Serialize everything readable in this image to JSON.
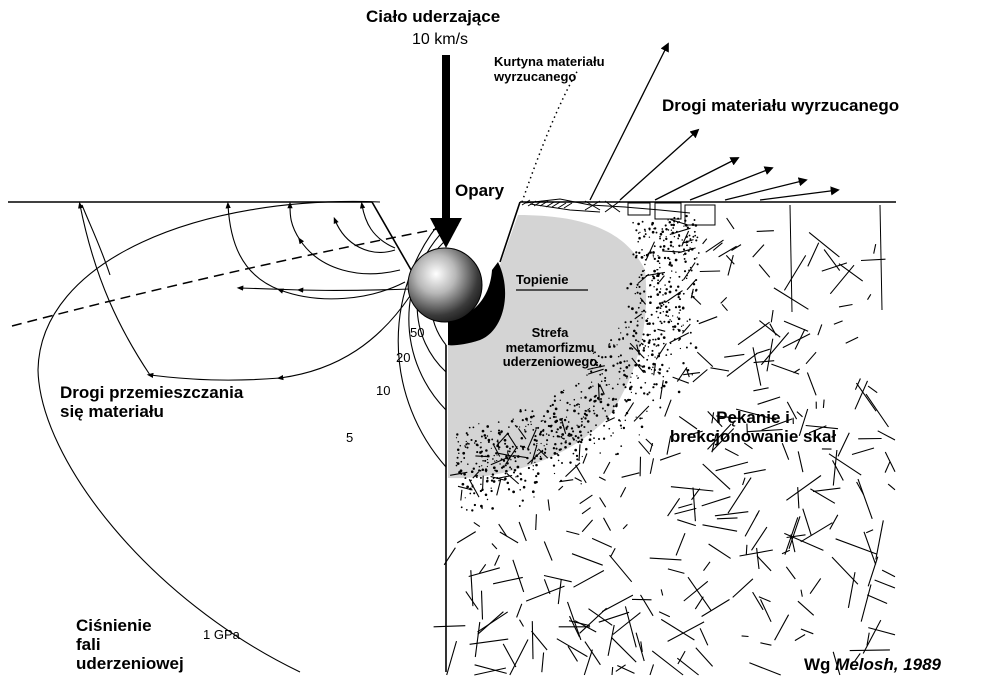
{
  "title": "Ciało uderzające",
  "speed": "10 km/s",
  "labels": {
    "ejecta_curtain": [
      "Kurtyna materiału",
      "wyrzucanego"
    ],
    "ejecta_paths": "Drogi materiału wyrzucanego",
    "vapor": "Opary",
    "melt": "Topienie",
    "metamorphism": [
      "Strefa",
      "metamorfizmu",
      "uderzeniowego"
    ],
    "material_paths": [
      "Drogi przemieszczania",
      "się materiału"
    ],
    "fracturing": [
      "Pękanie i",
      "brekcjonowanie skał"
    ],
    "shock_pressure": [
      "Ciśnienie",
      "fali",
      "uderzeniowej"
    ],
    "contours": [
      "50",
      "20",
      "10",
      "5",
      "1 GPa"
    ]
  },
  "credit": {
    "prefix": "Wg ",
    "author": "Melosh",
    "year": ", 1989"
  },
  "colors": {
    "ink": "#000000",
    "metamorphic_zone": "#d4d4d4",
    "background": "#ffffff"
  }
}
